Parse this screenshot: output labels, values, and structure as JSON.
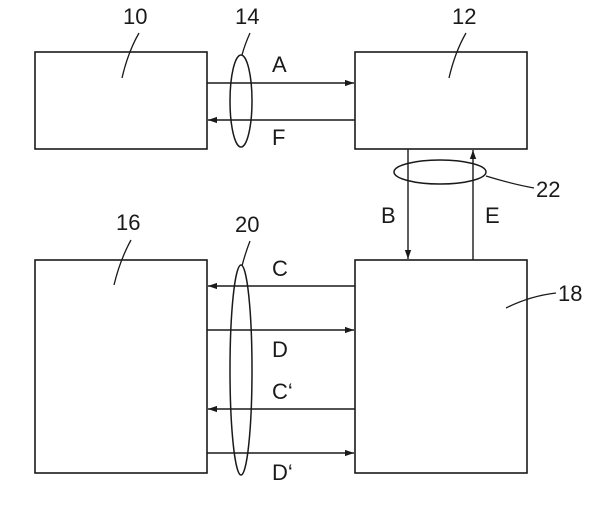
{
  "blocks": {
    "b10": "10",
    "b12": "12",
    "b16": "16",
    "b18": "18"
  },
  "bundles": {
    "n14": "14",
    "n20": "20",
    "n22": "22"
  },
  "signals": {
    "A": "A",
    "F": "F",
    "B": "B",
    "E": "E",
    "C": "C",
    "D": "D",
    "C2": "C‘",
    "D2": "D‘"
  }
}
